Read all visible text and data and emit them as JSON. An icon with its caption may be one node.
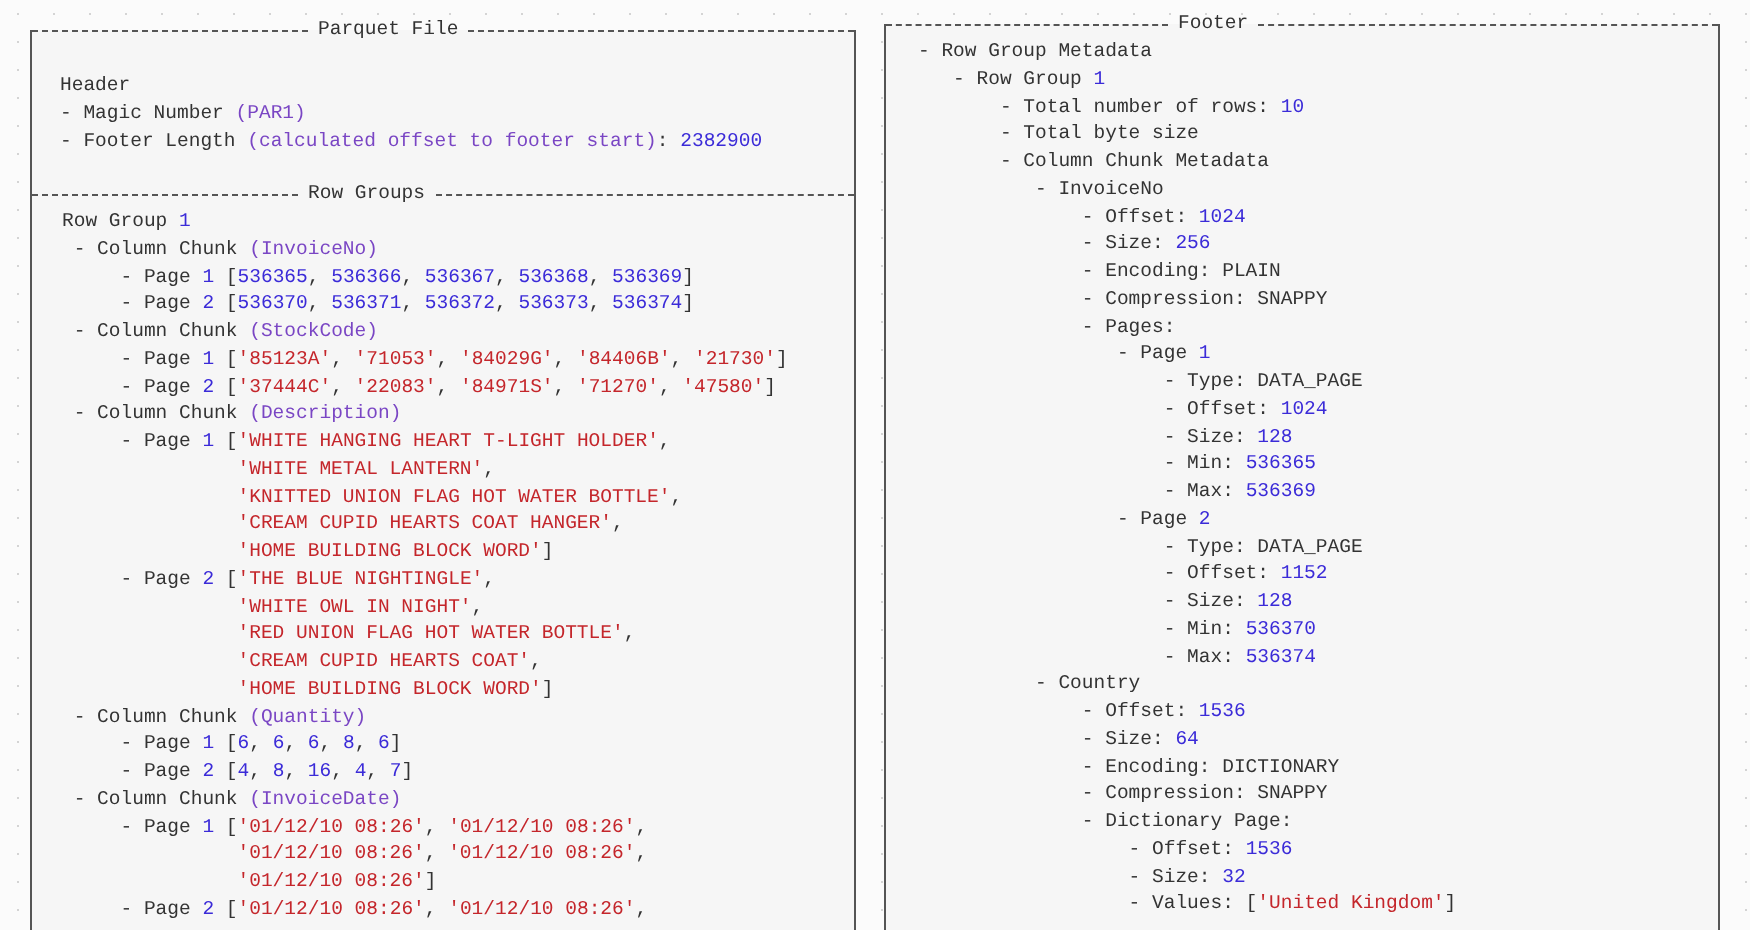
{
  "diagram": {
    "nodes": [
      {
        "text": [
          "Parquet File",
          "Header",
          "- Magic Number (PAR1)",
          "- Footer Length (calculated offset to footer start): 2382900"
        ]
      },
      {
        "in": 0,
        "text": [
          "Row Groups",
          "Row Group 1",
          "- Column Chunk (InvoiceNo)",
          "- Page 1 [536365, 536366, 536367, 536368, 536369]",
          "- Page 2 [536370, 536371, 536372, 536373, 536374]",
          "- Column Chunk (StockCode)",
          "- Page 1 ['85123A', '71053', '84029G', '84406B', '21730']",
          "- Page 2 ['37444C', '22083', '84971S', '71270', '47580']",
          "- Column Chunk (Description)",
          "- Page 1 ['WHITE HANGING HEART T-LIGHT HOLDER',",
          "'WHITE METAL LANTERN',",
          "'KNITTED UNION FLAG HOT WATER BOTTLE',",
          "'CREAM CUPID HEARTS COAT HANGER',",
          "'HOME BUILDING BLOCK WORD']",
          "- Page 2 ['THE BLUE NIGHTINGLE',",
          "'WHITE OWL IN NIGHT',",
          "'RED UNION FLAG HOT WATER BOTTLE',",
          "'CREAM CUPID HEARTS COAT',",
          "'HOME BUILDING BLOCK WORD']",
          "- Column Chunk (Quantity)",
          "- Page 1 [6, 6, 6, 8, 6]",
          "- Page 2 [4, 8, 16, 4, 7]",
          "- Column Chunk (InvoiceDate)",
          "- Page 1 ['01/12/10 08:26', '01/12/10 08:26',",
          "'01/12/10 08:26', '01/12/10 08:26',",
          "'01/12/10 08:26']",
          "- Page 2 ['01/12/10 08:26', '01/12/10 08:26',"
        ]
      },
      {
        "text": [
          "Footer",
          "- Row Group Metadata",
          "- Row Group 1",
          "- Total number of rows: 10",
          "- Total byte size",
          "- Column Chunk Metadata",
          "- InvoiceNo",
          "- Offset: 1024",
          "- Size: 256",
          "- Encoding: PLAIN",
          "- Compression: SNAPPY",
          "- Pages:",
          "- Page 1",
          "- Type: DATA_PAGE",
          "- Offset: 1024",
          "- Size: 128",
          "- Min: 536365",
          "- Max: 536369",
          "- Page 2",
          "- Type: DATA_PAGE",
          "- Offset: 1152",
          "- Size: 128",
          "- Min: 536370",
          "- Max: 536374",
          "- Country",
          "- Offset: 1536",
          "- Size: 64",
          "- Encoding: DICTIONARY",
          "- Compression: SNAPPY",
          "- Dictionary Page:",
          "- Offset: 1536",
          "- Size: 32",
          "- Values: ['United Kingdom']"
        ]
      }
    ]
  }
}
